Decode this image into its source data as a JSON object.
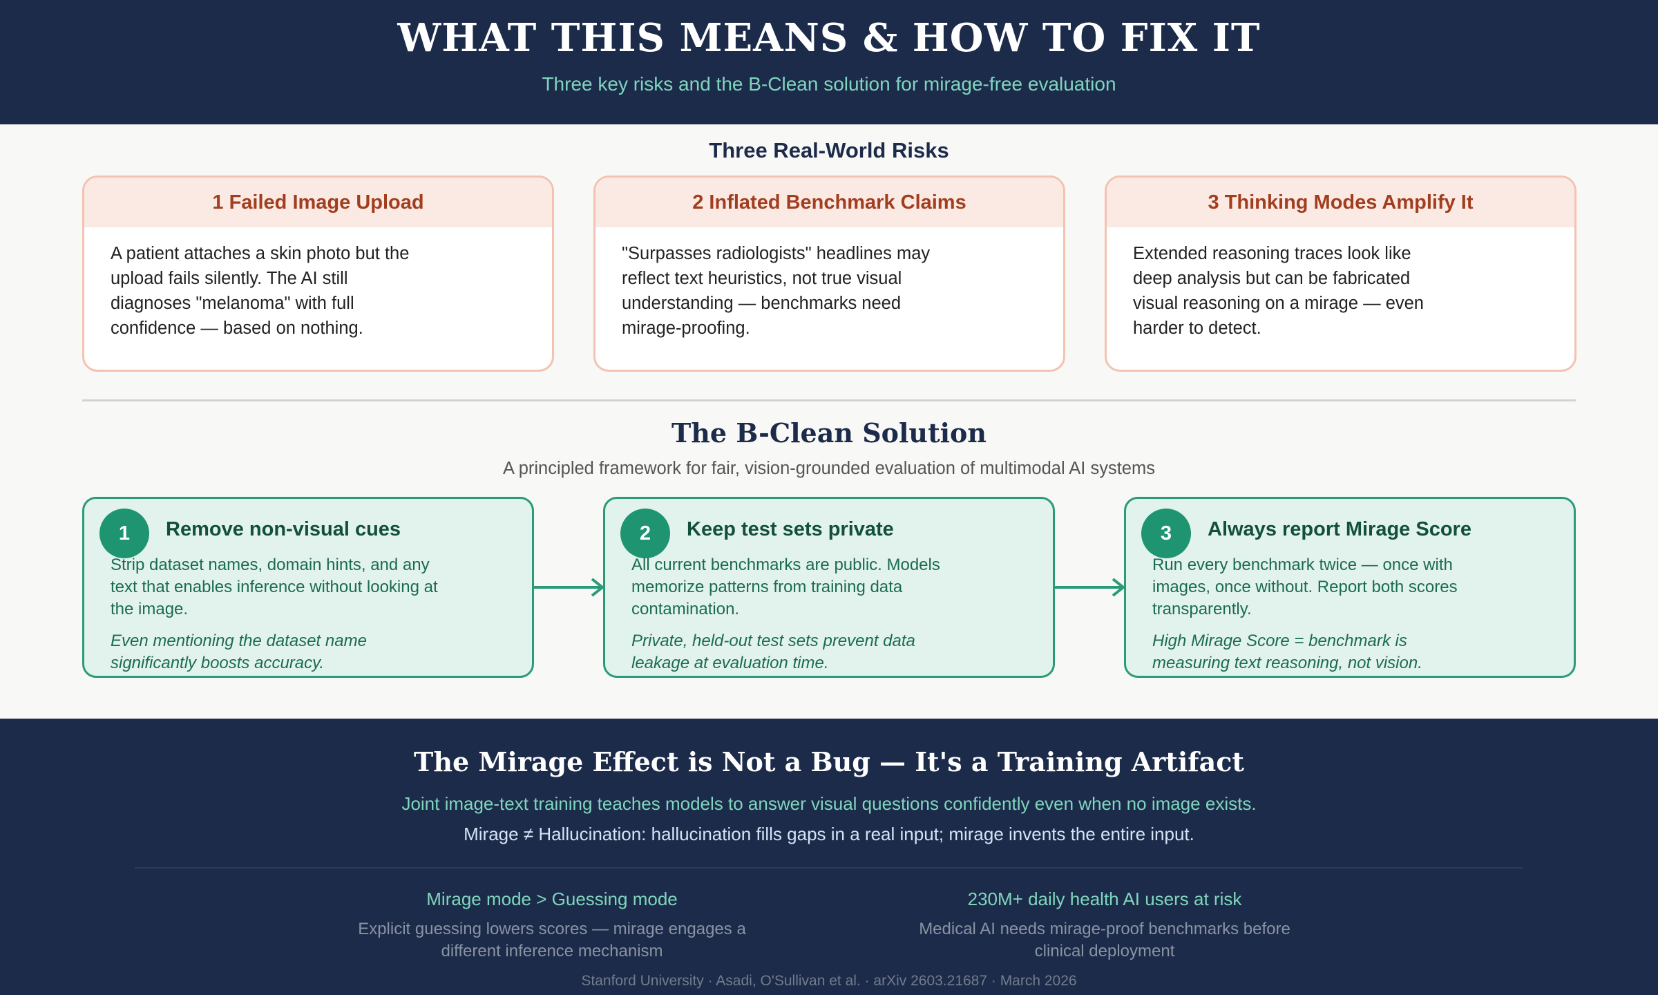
{
  "header": {
    "title": "WHAT THIS MEANS & HOW TO FIX IT",
    "subtitle": "Three key risks and the B-Clean solution for mirage-free evaluation"
  },
  "risks": {
    "heading": "Three Real-World Risks",
    "items": [
      {
        "title": "1 Failed Image Upload",
        "body": "A patient attaches a skin photo but the upload fails silently. The AI still diagnoses \"melanoma\" with full confidence — based on nothing."
      },
      {
        "title": "2 Inflated Benchmark Claims",
        "body": "\"Surpasses radiologists\" headlines may reflect text heuristics, not true visual understanding — benchmarks need mirage-proofing."
      },
      {
        "title": "3 Thinking Modes Amplify It",
        "body": "Extended reasoning traces look like deep analysis but can be fabricated visual reasoning on a mirage — even harder to detect."
      }
    ]
  },
  "solution": {
    "title": "The B-Clean Solution",
    "subtitle": "A principled framework for fair, vision-grounded evaluation of multimodal AI systems",
    "steps": [
      {
        "number": "1",
        "title": "Remove non-visual cues",
        "body": "Strip dataset names, domain hints, and any text that enables inference without looking at the image.",
        "note": "Even mentioning the dataset name significantly boosts accuracy."
      },
      {
        "number": "2",
        "title": "Keep test sets private",
        "body": "All current benchmarks are public. Models memorize patterns from training data contamination.",
        "note": "Private, held-out test sets prevent data leakage at evaluation time."
      },
      {
        "number": "3",
        "title": "Always report Mirage Score",
        "body": "Run every benchmark twice — once with images, once without. Report both scores transparently.",
        "note": "High Mirage Score = benchmark is measuring text reasoning, not vision."
      }
    ]
  },
  "footer": {
    "title": "The Mirage Effect is Not a Bug — It's a Training Artifact",
    "line1": "Joint image-text training teaches models to answer visual questions confidently even when no image exists.",
    "line2": "Mirage ≠ Hallucination: hallucination fills gaps in a real input; mirage invents the entire input.",
    "stats": [
      {
        "head": "Mirage mode > Guessing mode",
        "body": "Explicit guessing lowers scores — mirage engages a different inference mechanism"
      },
      {
        "head": "230M+ daily health AI users at risk",
        "body": "Medical AI needs mirage-proof benchmarks before clinical deployment"
      }
    ],
    "credit": "Stanford University · Asadi, O'Sullivan et al. · arXiv 2603.21687 · March 2026"
  }
}
